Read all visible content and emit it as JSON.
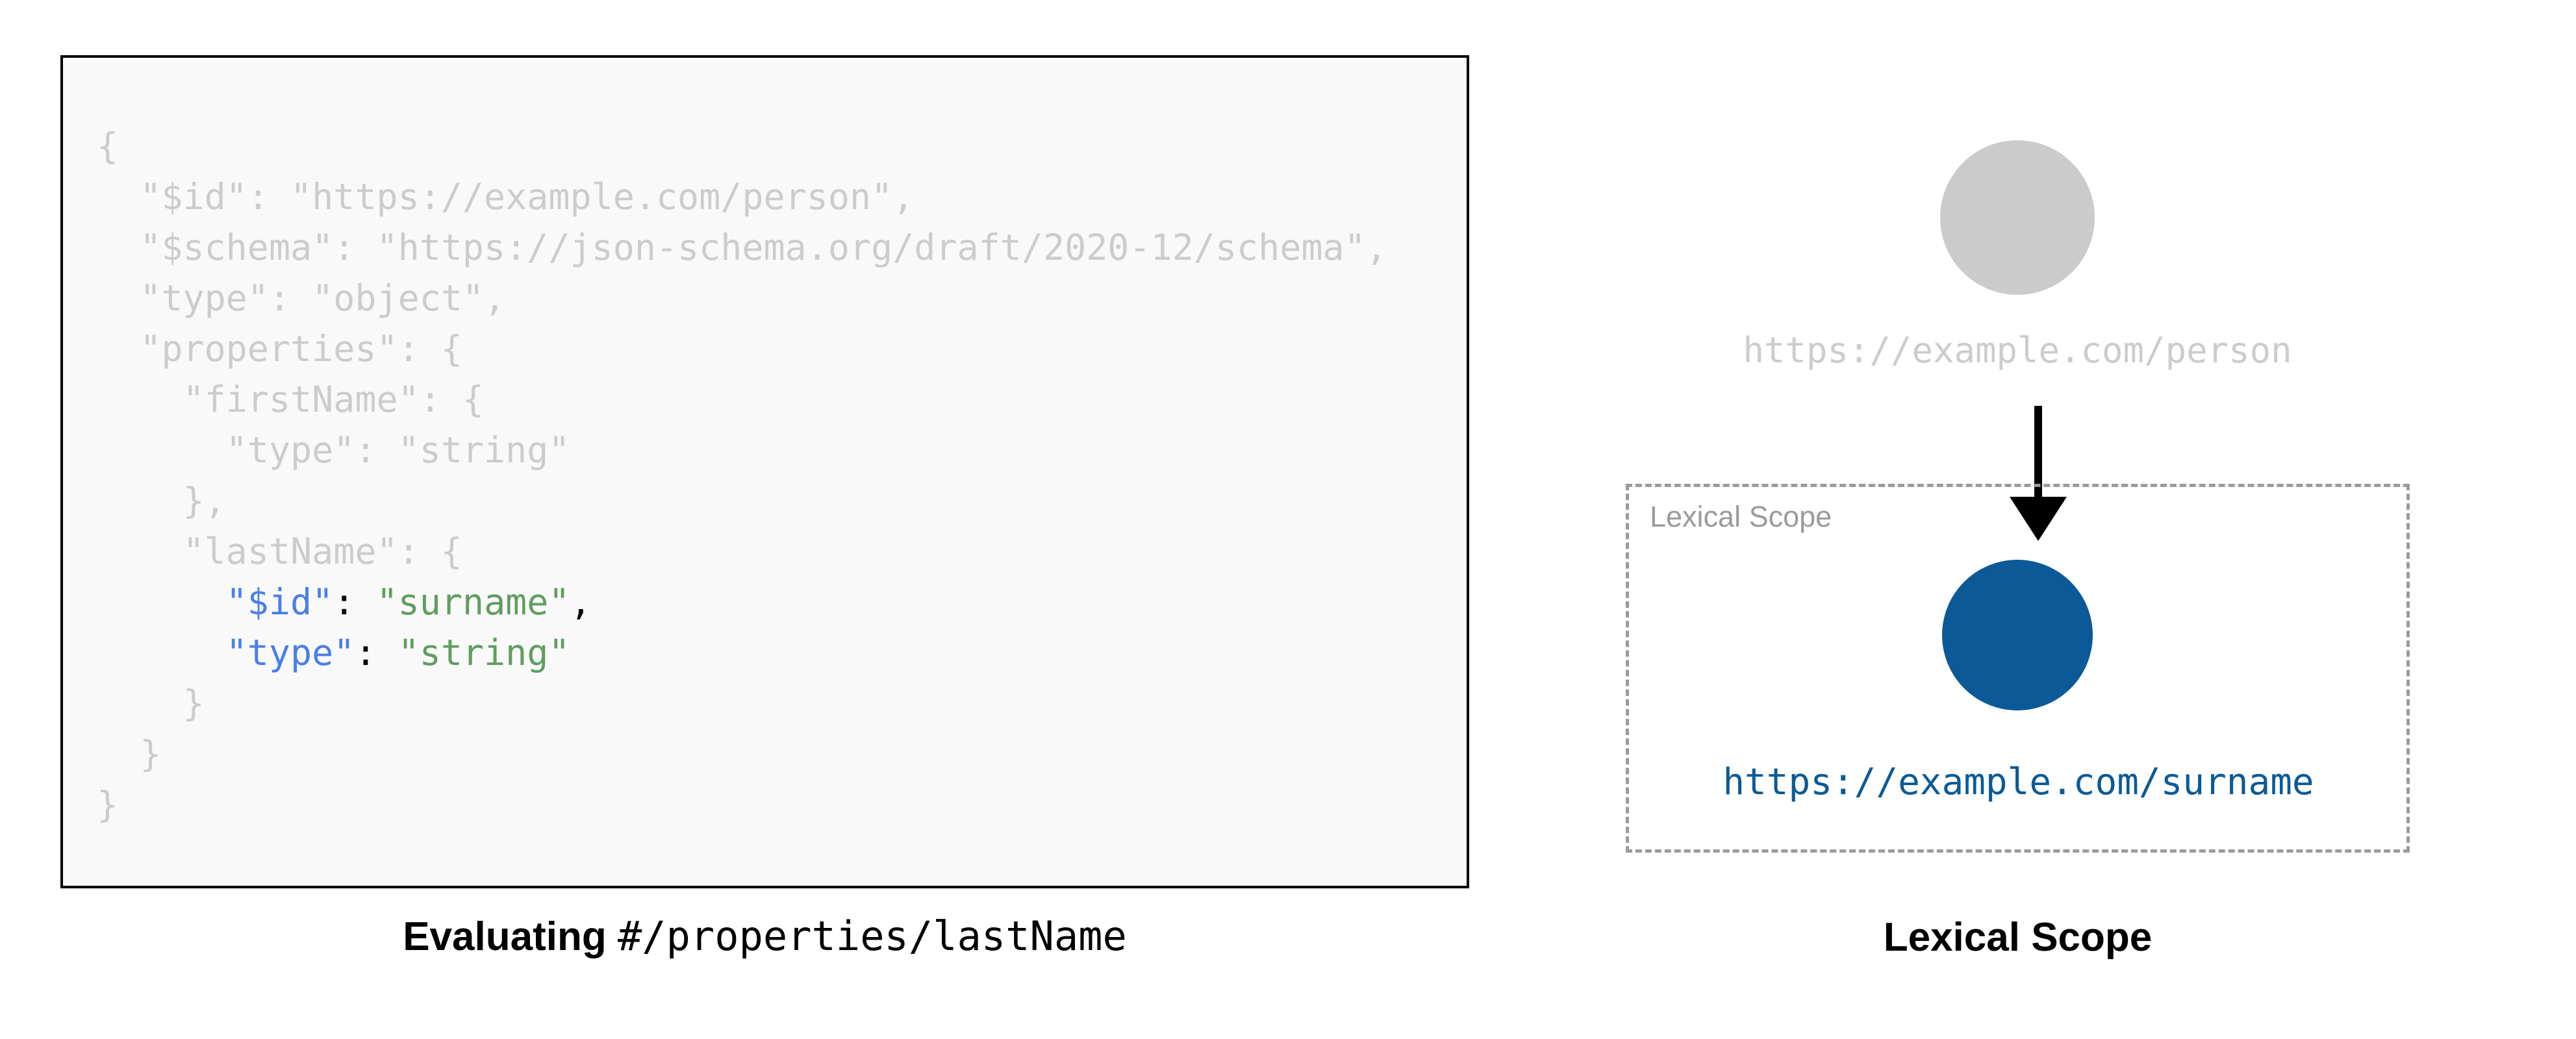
{
  "code_panel": {
    "language": "json",
    "lines": [
      {
        "indent": 0,
        "segments": [
          {
            "text": "{",
            "style": "dim"
          }
        ]
      },
      {
        "indent": 2,
        "segments": [
          {
            "text": "\"$id\": \"https://example.com/person\",",
            "style": "dim"
          }
        ]
      },
      {
        "indent": 2,
        "segments": [
          {
            "text": "\"$schema\": \"https://json-schema.org/draft/2020-12/schema\",",
            "style": "dim"
          }
        ]
      },
      {
        "indent": 2,
        "segments": [
          {
            "text": "\"type\": \"object\",",
            "style": "dim"
          }
        ]
      },
      {
        "indent": 2,
        "segments": [
          {
            "text": "\"properties\": {",
            "style": "dim"
          }
        ]
      },
      {
        "indent": 4,
        "segments": [
          {
            "text": "\"firstName\": {",
            "style": "dim"
          }
        ]
      },
      {
        "indent": 6,
        "segments": [
          {
            "text": "\"type\": \"string\"",
            "style": "dim"
          }
        ]
      },
      {
        "indent": 4,
        "segments": [
          {
            "text": "},",
            "style": "dim"
          }
        ]
      },
      {
        "indent": 4,
        "segments": [
          {
            "text": "\"lastName\": {",
            "style": "dim"
          }
        ]
      },
      {
        "indent": 6,
        "segments": [
          {
            "text": "\"$id\"",
            "style": "key"
          },
          {
            "text": ": ",
            "style": "punct"
          },
          {
            "text": "\"surname\"",
            "style": "str"
          },
          {
            "text": ",",
            "style": "punct"
          }
        ]
      },
      {
        "indent": 6,
        "segments": [
          {
            "text": "\"type\"",
            "style": "key"
          },
          {
            "text": ": ",
            "style": "punct"
          },
          {
            "text": "\"string\"",
            "style": "str"
          }
        ]
      },
      {
        "indent": 4,
        "segments": [
          {
            "text": "}",
            "style": "dim"
          }
        ]
      },
      {
        "indent": 2,
        "segments": [
          {
            "text": "}",
            "style": "dim"
          }
        ]
      },
      {
        "indent": 0,
        "segments": [
          {
            "text": "}",
            "style": "dim"
          }
        ]
      }
    ]
  },
  "left_caption": {
    "bold_text": "Evaluating ",
    "mono_text": "#/properties/lastName"
  },
  "diagram": {
    "outer_node": {
      "label": "https://example.com/person",
      "color": "#cbcbcb"
    },
    "scope_box": {
      "label": "Lexical Scope",
      "border_color": "#9b9b9b"
    },
    "inner_node": {
      "label": "https://example.com/surname",
      "color": "#0b5a97"
    },
    "arrow": {
      "color": "#000000"
    }
  },
  "right_caption": {
    "text": "Lexical Scope"
  },
  "colors": {
    "code_dim": "#cccccc",
    "code_key": "#4a7fe8",
    "code_string": "#5f9e5f",
    "code_punct": "#000000",
    "panel_border": "#000000",
    "panel_background": "#f9f9f9",
    "accent_blue": "#0b5a97",
    "muted_gray": "#cbcbcb",
    "dashed_gray": "#9b9b9b"
  }
}
